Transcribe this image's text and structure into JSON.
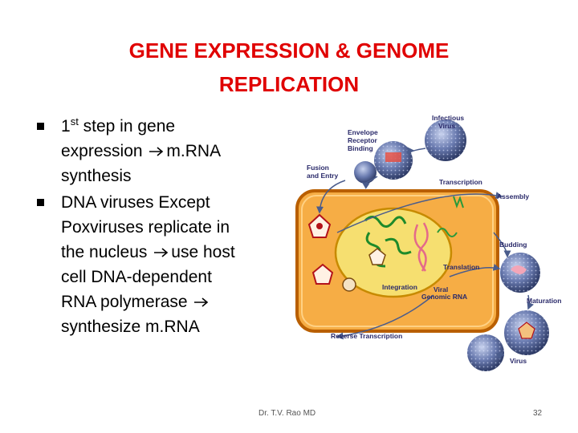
{
  "slide": {
    "title_line1": "GENE EXPRESSION & GENOME",
    "title_line2": "REPLICATION",
    "footer_author": "Dr. T.V. Rao MD",
    "page_number": "32"
  },
  "bullets": [
    {
      "line1_part1": "1",
      "line1_sup": "st",
      "line1_part2": " step in gene",
      "line2_part1": "expression",
      "line2_part2": "m.RNA",
      "line3": "synthesis"
    },
    {
      "line1": "DNA viruses Except",
      "line2": "Poxviruses replicate in",
      "line3_part1": "the nucleus",
      "line3_part2": "use host",
      "line4": "cell DNA-dependent",
      "line5_part1": "RNA polymerase",
      "line6": "synthesize m.RNA"
    }
  ],
  "diagram": {
    "infectious_virus_1": "Infectious",
    "infectious_virus_2": "Virus",
    "envelope_1": "Envelope",
    "envelope_2": "Receptor",
    "envelope_3": "Binding",
    "fusion_1": "Fusion",
    "fusion_2": "and Entry",
    "transcription": "Transcription",
    "assembly": "Assembly",
    "budding": "Budding",
    "translation": "Translation",
    "integration": "Integration",
    "viral_rna_1": "Viral",
    "viral_rna_2": "Genomic RNA",
    "maturation": "Maturation",
    "reverse_transcription": "Reverse Transcription",
    "virus": "Virus"
  },
  "colors": {
    "title": "#e00000",
    "cell_orange": "#f08a12",
    "nucleus_yellow": "#f7e07a",
    "virus_blue": "#4a5c8c"
  }
}
